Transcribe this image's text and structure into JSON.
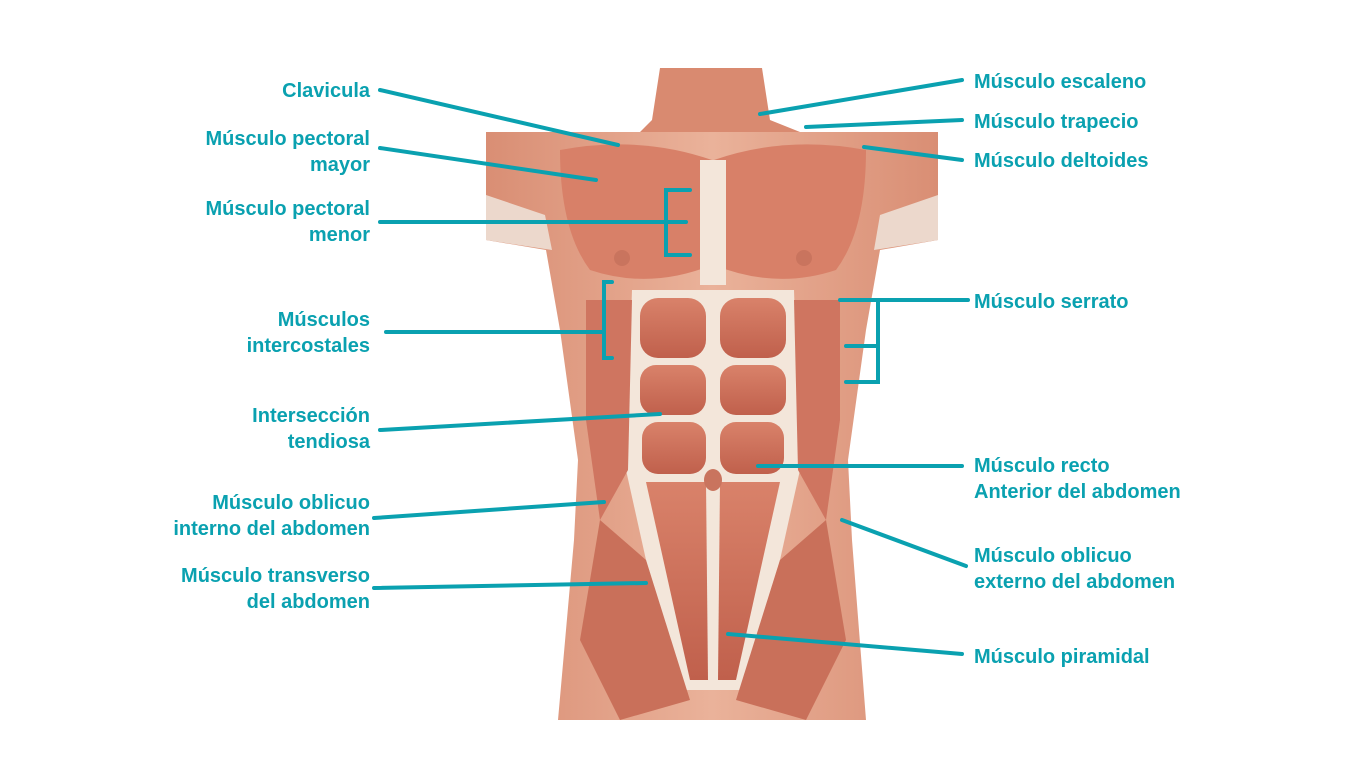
{
  "diagram": {
    "accent_color": "#0aa1b0",
    "skin_color": "#e2a48a",
    "muscle_color": "#c96a55",
    "tendon_color": "#f3e6da",
    "labels_left": [
      {
        "id": "clavicula",
        "lines": [
          "Clavicula"
        ]
      },
      {
        "id": "pectoral-mayor",
        "lines": [
          "Músculo pectoral",
          "mayor"
        ]
      },
      {
        "id": "pectoral-menor",
        "lines": [
          "Músculo pectoral",
          "menor"
        ]
      },
      {
        "id": "intercostales",
        "lines": [
          "Músculos",
          "intercostales"
        ]
      },
      {
        "id": "interseccion",
        "lines": [
          "Intersección",
          "tendiosa"
        ]
      },
      {
        "id": "oblicuo-interno",
        "lines": [
          "Músculo oblicuo",
          "interno del abdomen"
        ]
      },
      {
        "id": "transverso",
        "lines": [
          "Músculo transverso",
          "del abdomen"
        ]
      }
    ],
    "labels_right": [
      {
        "id": "escaleno",
        "lines": [
          "Músculo escaleno"
        ]
      },
      {
        "id": "trapecio",
        "lines": [
          "Músculo trapecio"
        ]
      },
      {
        "id": "deltoides",
        "lines": [
          "Músculo deltoides"
        ]
      },
      {
        "id": "serrato",
        "lines": [
          "Músculo serrato"
        ]
      },
      {
        "id": "recto",
        "lines": [
          "Músculo recto",
          "Anterior del abdomen"
        ]
      },
      {
        "id": "oblicuo-externo",
        "lines": [
          "Músculo oblicuo",
          "externo del abdomen"
        ]
      },
      {
        "id": "piramidal",
        "lines": [
          "Músculo piramidal"
        ]
      }
    ]
  }
}
